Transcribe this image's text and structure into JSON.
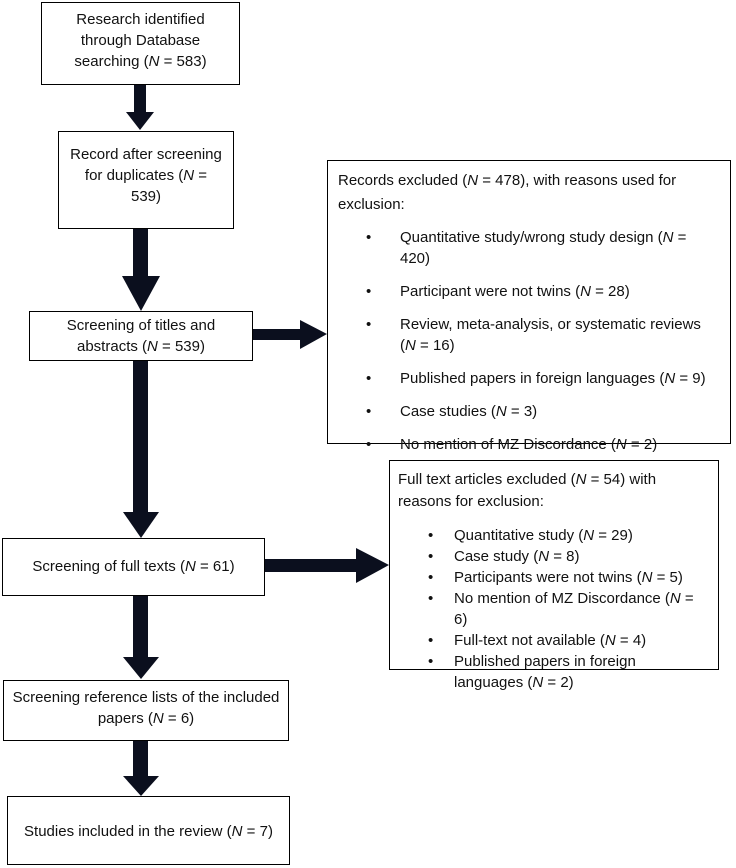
{
  "flow": {
    "identified": {
      "text": "Research identified through Database searching (",
      "n_label": "N",
      "n_value": " = 583)"
    },
    "after_duplicates": {
      "text": "Record after screening for duplicates (",
      "n_label": "N",
      "n_value": " = 539)"
    },
    "titles_abstracts": {
      "text": "Screening of titles and abstracts (",
      "n_label": "N",
      "n_value": " = 539)"
    },
    "full_texts": {
      "text": "Screening of full texts (",
      "n_label": "N",
      "n_value": " = 61)"
    },
    "reference_lists": {
      "text": "Screening reference lists of the included papers (",
      "n_label": "N",
      "n_value": " = 6)"
    },
    "included": {
      "text": "Studies included in the review (",
      "n_label": "N",
      "n_value": " = 7)"
    }
  },
  "excluded_records": {
    "heading_pre": "Records excluded (",
    "heading_n": "N",
    "heading_post": " = 478), with reasons used for exclusion:",
    "bullet": "•",
    "reasons": [
      {
        "text": "Quantitative study/wrong study design (",
        "n": "N",
        "val": " = 420)"
      },
      {
        "text": "Participant were not twins (",
        "n": "N",
        "val": " = 28)"
      },
      {
        "text": "Review, meta-analysis, or systematic reviews (",
        "n": "N",
        "val": " = 16)"
      },
      {
        "text": "Published papers in foreign languages (",
        "n": "N",
        "val": " = 9)"
      },
      {
        "text": "Case studies (",
        "n": "N",
        "val": " = 3)"
      },
      {
        "text": "No mention of MZ Discordance (",
        "n": "N",
        "val": " = 2)"
      }
    ]
  },
  "excluded_full_text": {
    "heading_pre": "Full text articles excluded (",
    "heading_n": "N",
    "heading_post": " = 54) with reasons for exclusion:",
    "bullet": "•",
    "reasons": [
      {
        "text": "Quantitative study (",
        "n": "N",
        "val": " = 29)"
      },
      {
        "text": "Case study (",
        "n": "N",
        "val": " = 8)"
      },
      {
        "text": "Participants were not twins (",
        "n": "N",
        "val": " = 5)"
      },
      {
        "text": "No mention of MZ Discordance (",
        "n": "N",
        "val": " = 6)"
      },
      {
        "text": "Full-text not available (",
        "n": "N",
        "val": " = 4)"
      },
      {
        "text": "Published papers in foreign languages (",
        "n": "N",
        "val": " = 2)"
      }
    ]
  }
}
